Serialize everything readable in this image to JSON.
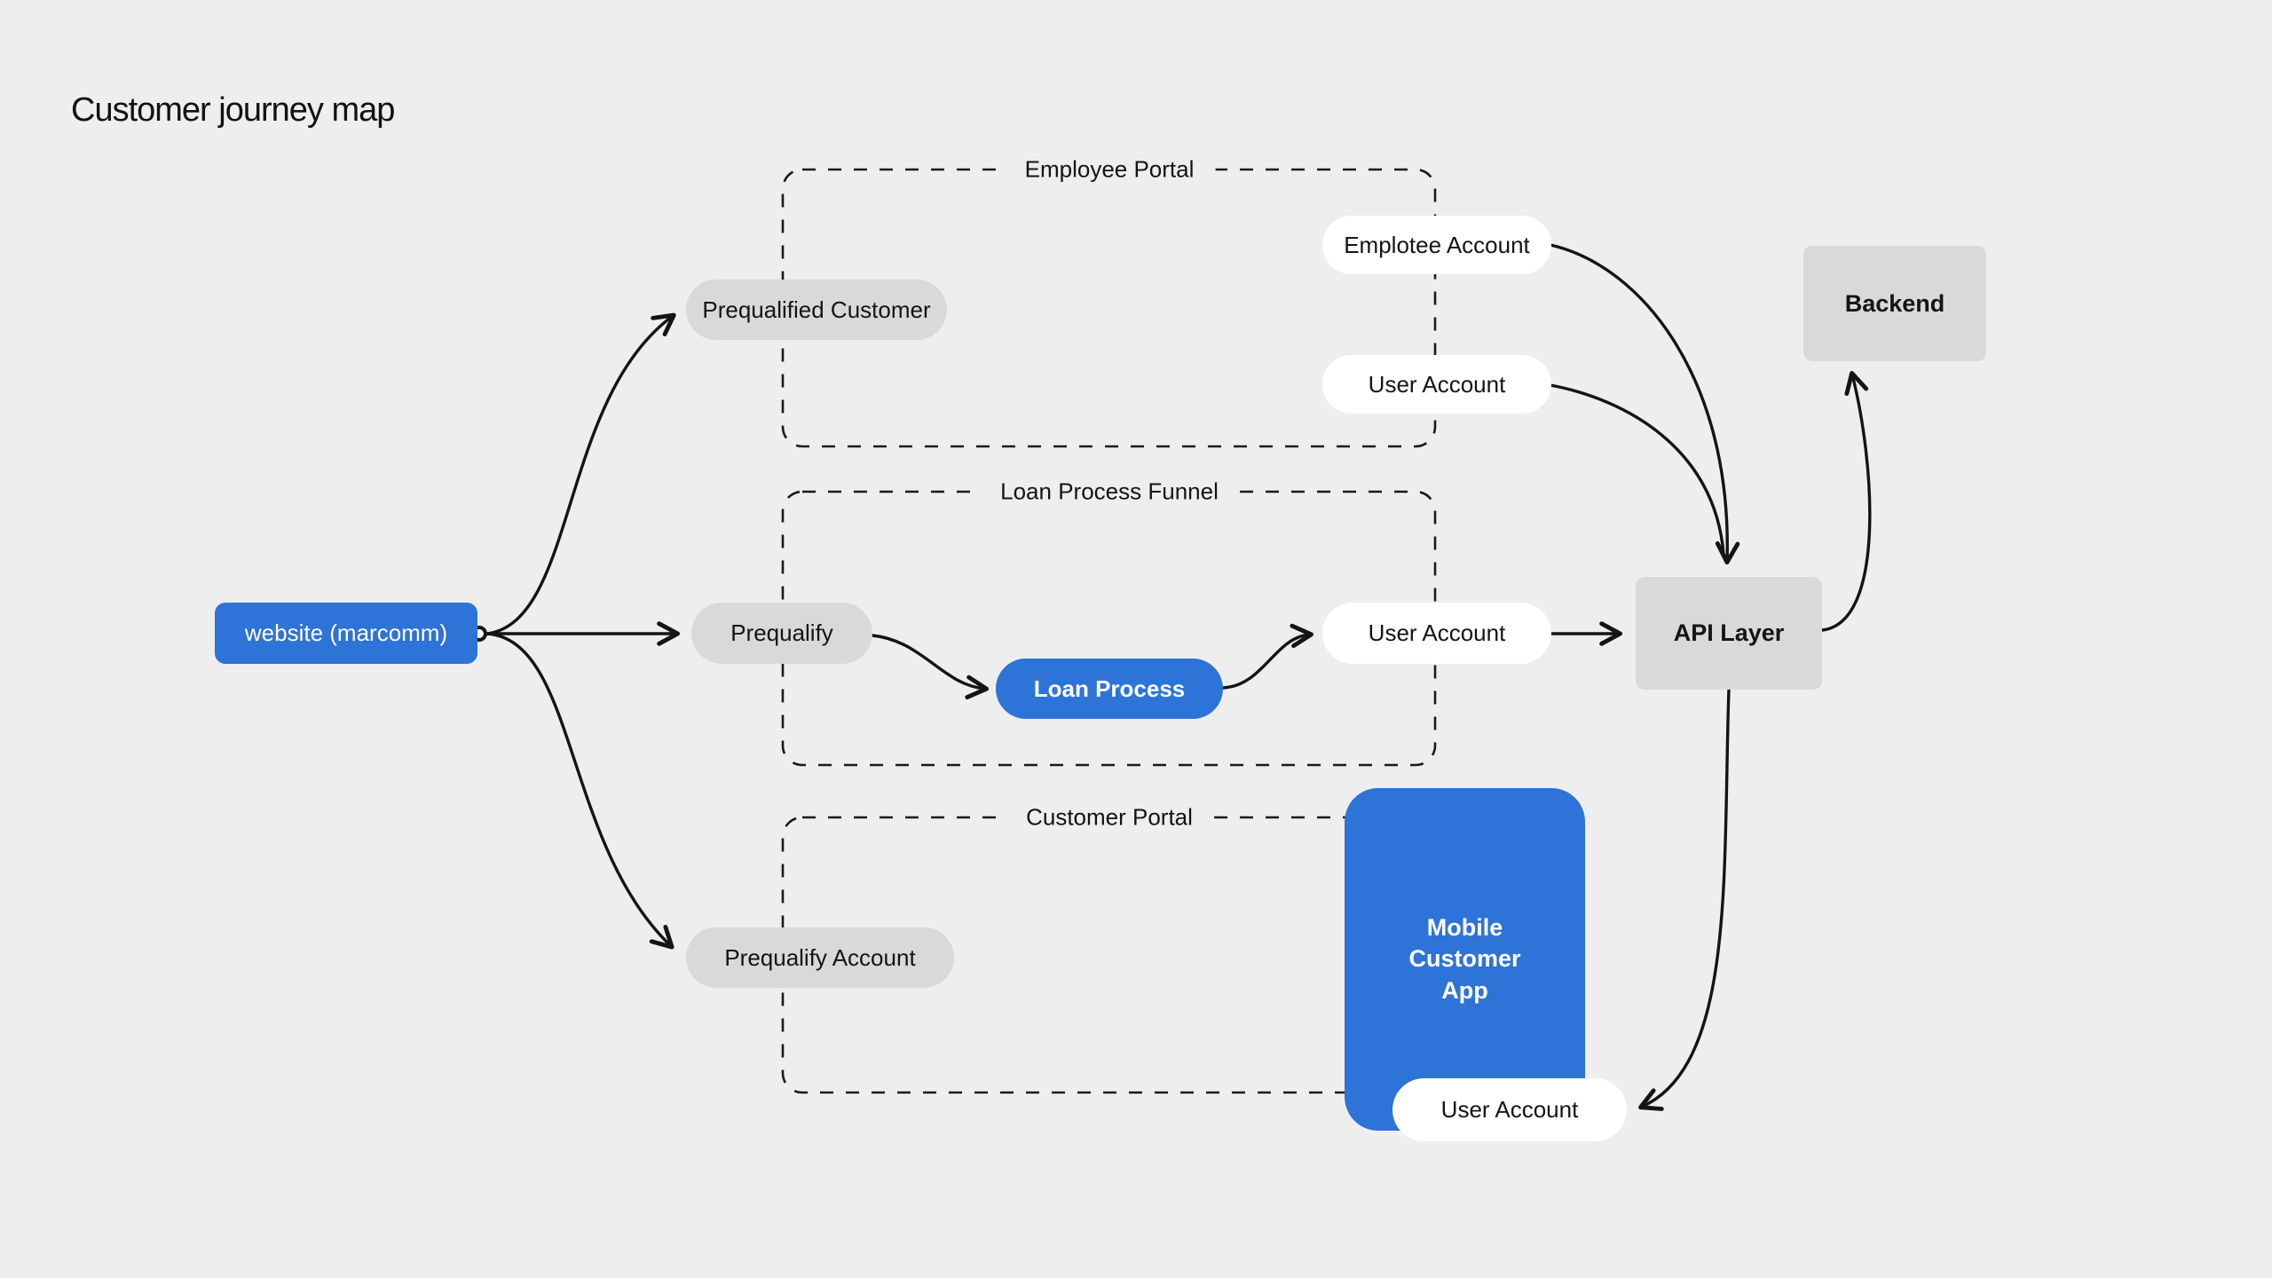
{
  "page": {
    "title": "Customer journey map",
    "background": "#eeeeee"
  },
  "colors": {
    "accent_blue": "#2e73d7",
    "box_gray": "#d9d9d9",
    "node_white": "#ffffff",
    "line_black": "#141414"
  },
  "containers": [
    {
      "id": "employee-portal",
      "title": "Employee Portal"
    },
    {
      "id": "loan-process-funnel",
      "title": "Loan Process Funnel"
    },
    {
      "id": "customer-portal",
      "title": "Customer Portal"
    }
  ],
  "nodes": {
    "website": {
      "label": "website (marcomm)"
    },
    "prequalified_customer": {
      "label": "Prequalified Customer"
    },
    "emplotee_account": {
      "label": "Emplotee Account"
    },
    "user_account_employee": {
      "label": "User Account"
    },
    "backend": {
      "label": "Backend"
    },
    "prequalify": {
      "label": "Prequalify"
    },
    "loan_process": {
      "label": "Loan Process"
    },
    "user_account_loan": {
      "label": "User Account"
    },
    "api_layer": {
      "label": "API Layer"
    },
    "mobile_customer_app": {
      "label": "Mobile\nCustomer\nApp"
    },
    "user_account_customer": {
      "label": "User Account"
    }
  },
  "edges": [
    {
      "from": "website",
      "to": "prequalified_customer"
    },
    {
      "from": "website",
      "to": "prequalify"
    },
    {
      "from": "website",
      "to": "prequalify_account"
    },
    {
      "from": "prequalify",
      "to": "loan_process"
    },
    {
      "from": "loan_process",
      "to": "user_account_loan"
    },
    {
      "from": "user_account_loan",
      "to": "api_layer"
    },
    {
      "from": "emplotee_account",
      "to": "api_layer"
    },
    {
      "from": "user_account_employee",
      "to": "api_layer"
    },
    {
      "from": "api_layer",
      "to": "backend"
    },
    {
      "from": "api_layer",
      "to": "user_account_customer"
    }
  ]
}
